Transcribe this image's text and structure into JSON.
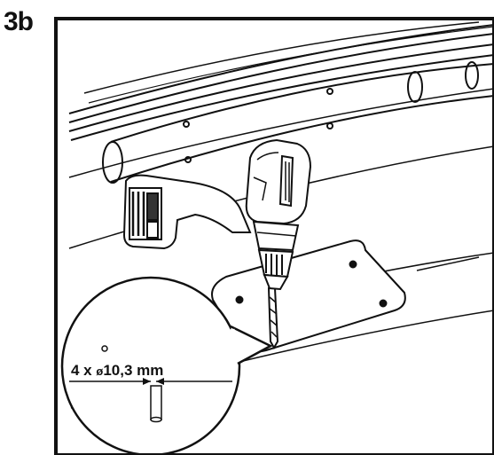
{
  "step": {
    "label": "3b"
  },
  "callout": {
    "count_text": "4 x ",
    "diameter_symbol": "ø",
    "size_text": "10,3 mm"
  },
  "colors": {
    "ink": "#111111",
    "paper": "#ffffff",
    "shade": "#444444"
  },
  "icons": [
    "cordless-drill-icon",
    "roof-bar-icon",
    "mounting-bracket-icon",
    "drill-bit-icon"
  ]
}
